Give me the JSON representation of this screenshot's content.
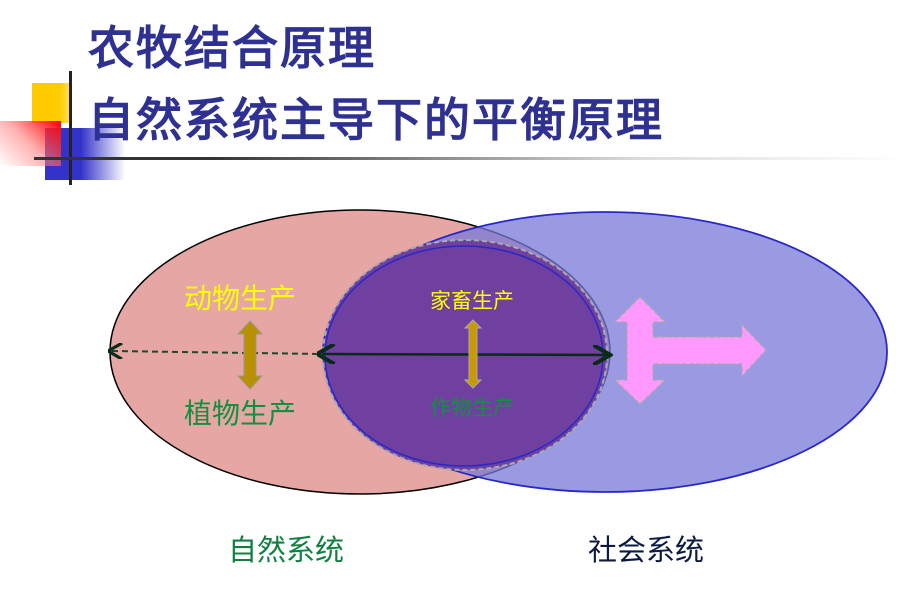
{
  "title": {
    "line1": "农牧结合原理",
    "line2": "自然系统主导下的平衡原理"
  },
  "diagram": {
    "natural_labels": {
      "animal": "动物生产",
      "plant": "植物生产"
    },
    "overlap_labels": {
      "livestock": "家畜生产",
      "crop": "作物生产"
    },
    "system_labels": {
      "natural": "自然系统",
      "social": "社会系统"
    }
  },
  "colors": {
    "title": "#2E3192",
    "natural_fill": "#E6A6A4",
    "social_fill": "#9B9BE2",
    "overlap_fill": "#7040A0",
    "yellow_text": "#FFFF00",
    "green_text": "#109040",
    "arrow_gold": "#B89000",
    "arrow_pink": "#FF99FF"
  }
}
